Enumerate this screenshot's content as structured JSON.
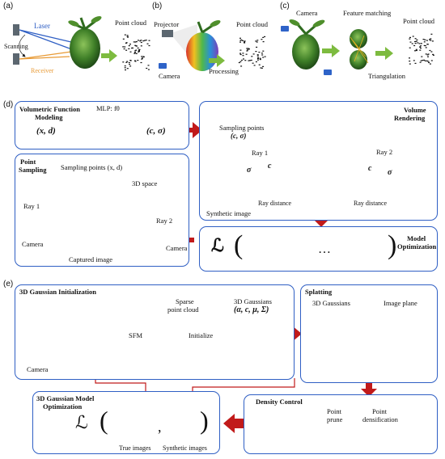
{
  "colors": {
    "panel_border": "#2f5fc4",
    "arrow_green": "#7dbb3f",
    "arrow_red": "#c11a1a",
    "arrow_blue": "#2d6fd0",
    "leaf_green": "#4f8f2c",
    "camera_blue": "#2e63c8",
    "laser_blue": "#2f5fc4",
    "receiver_orange": "#e89a35"
  },
  "panel_a": {
    "letter": "(a)",
    "laser": "Laser",
    "scanning": "Scanning",
    "receiver": "Receiver",
    "output": "Point cloud"
  },
  "panel_b": {
    "letter": "(b)",
    "projector": "Projector",
    "camera": "Camera",
    "processing": "Processing",
    "output": "Point cloud"
  },
  "panel_c": {
    "letter": "(c)",
    "camera": "Camera",
    "feature": "Feature matching",
    "triangulation": "Triangulation",
    "output": "Point cloud"
  },
  "panel_d": {
    "letter": "(d)",
    "vfm_title_1": "Volumetric Function",
    "vfm_title_2": "Modeling",
    "input": "(x, d)",
    "mlp": "MLP: fθ",
    "output": "(c, σ)",
    "ps_title_1": "Point",
    "ps_title_2": "Sampling",
    "sampling": "Sampling points (x, d)",
    "space": "3D space",
    "ray1": "Ray 1",
    "ray2": "Ray 2",
    "camera_left": "Camera",
    "camera_right": "Camera",
    "captured": "Captured image",
    "vr_title_1": "Volume",
    "vr_title_2": "Rendering",
    "vr_sampling_1": "Sampling points",
    "vr_sampling_2": "(c, σ)",
    "vr_ray1": "Ray 1",
    "vr_ray2": "Ray 2",
    "synthetic": "Synthetic image",
    "sigma": "σ",
    "c": "c",
    "ray_distance": "Ray distance",
    "mo_title_1": "Model",
    "mo_title_2": "Optimization",
    "loss": "ℒ",
    "open": "(",
    "ellipsis": "…",
    "close": ")"
  },
  "panel_e": {
    "letter": "(e)",
    "init_title": "3D Gaussian Initialization",
    "camera": "Camera",
    "sfm": "SFM",
    "sparse_1": "Sparse",
    "sparse_2": "point cloud",
    "initialize": "Initialize",
    "gauss_1": "3D Gaussians",
    "gauss_2": "(α, c, μ, Σ)",
    "splat_title": "Splatting",
    "splat_gauss": "3D Gaussians",
    "image_plane": "Image plane",
    "density_title": "Density Control",
    "prune_1": "Point",
    "prune_2": "prune",
    "dens_1": "Point",
    "dens_2": "densification",
    "opt_title_1": "3D Gaussian Model",
    "opt_title_2": "Optimization",
    "loss": "ℒ",
    "open": "(",
    "comma": ",",
    "close": ")",
    "true_images": "True images",
    "synthetic_images": "Synthetic images"
  }
}
